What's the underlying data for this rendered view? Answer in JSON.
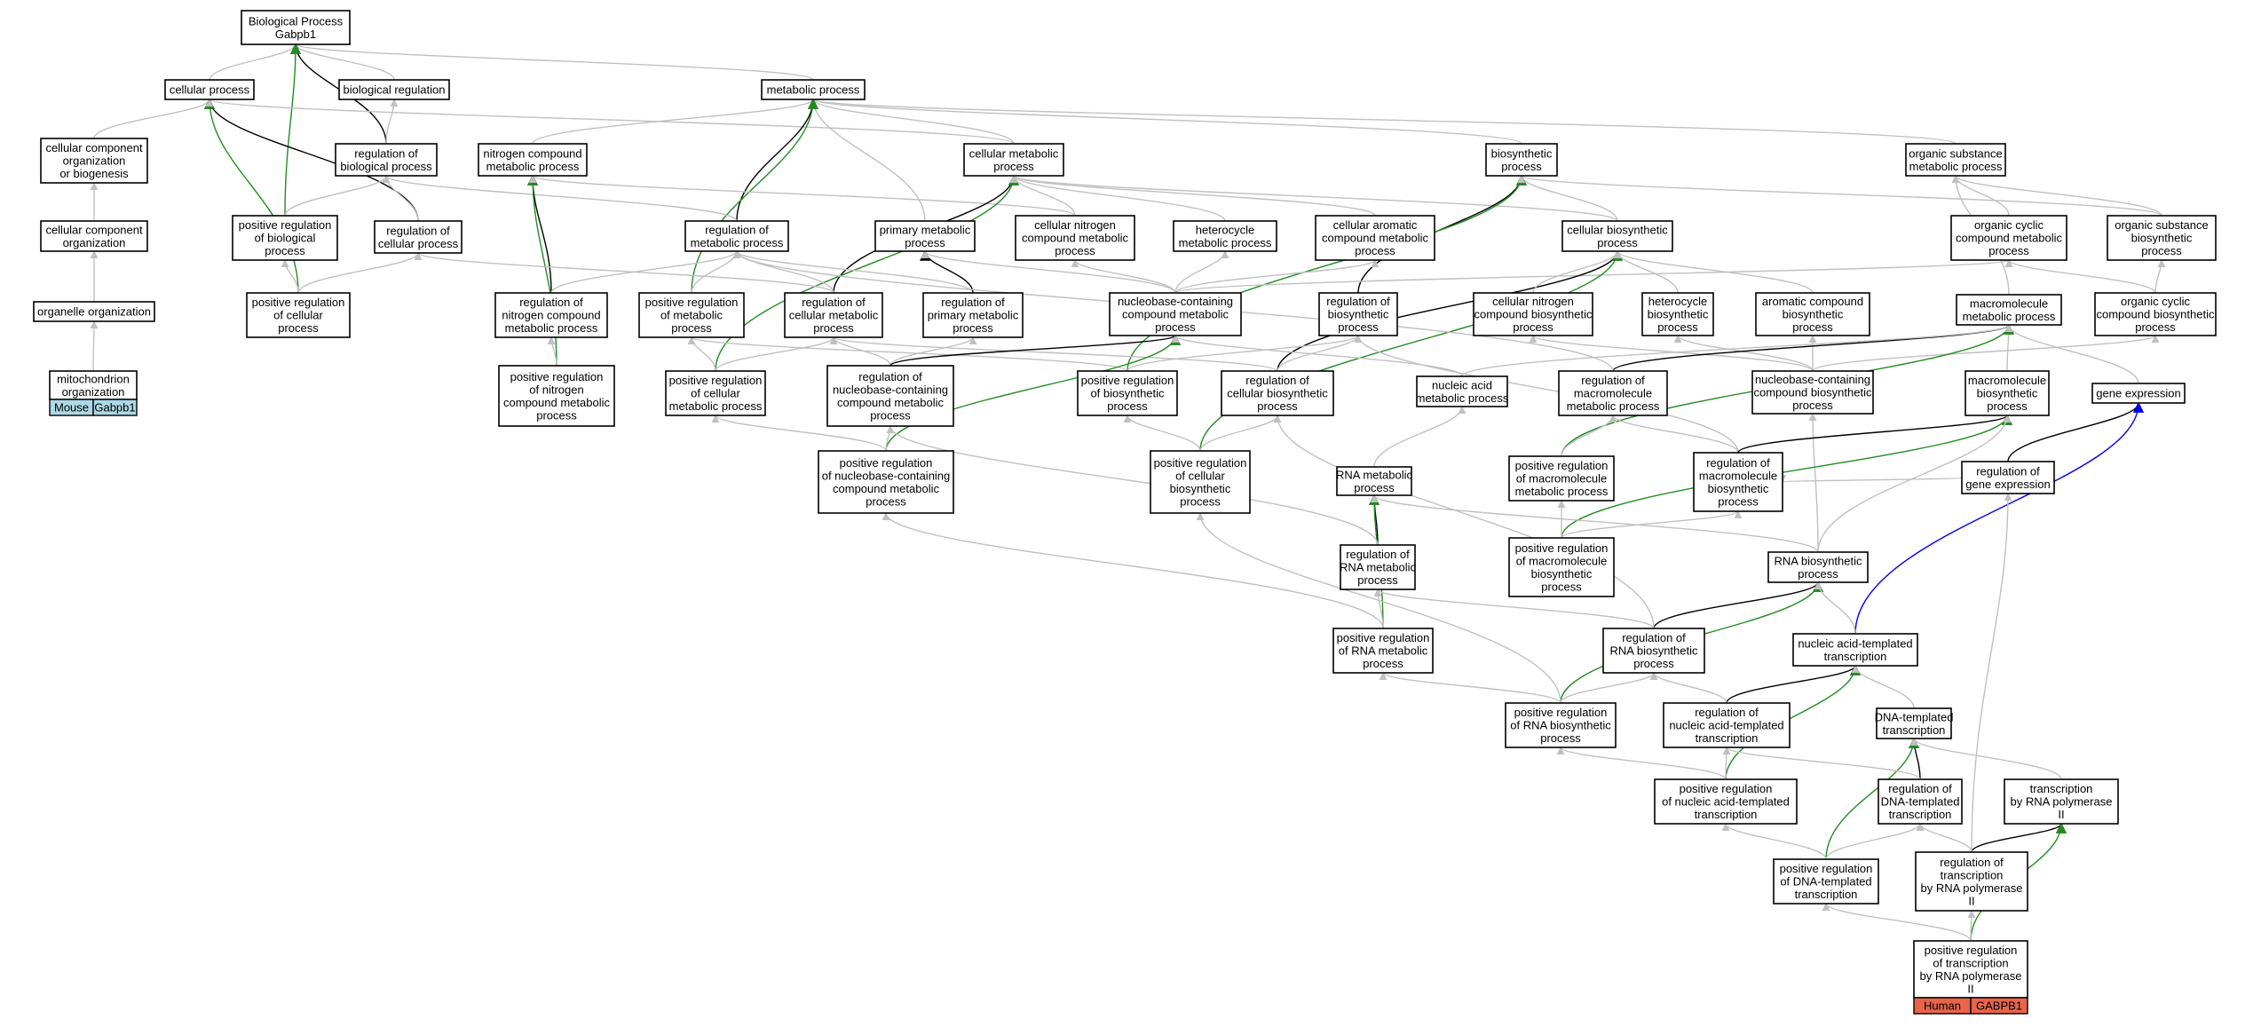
{
  "colors": {
    "is_a": "#c0c0c0",
    "regulates": "#000000",
    "positively_regulates": "#228b22",
    "part_of": "#0000ff",
    "mouse_tag": "#add8e6",
    "human_tag": "#e8644b"
  },
  "nodes": [
    {
      "id": "bp",
      "lines": [
        "Biological Process",
        "Gabpb1"
      ]
    },
    {
      "id": "cp",
      "lines": [
        "cellular process"
      ]
    },
    {
      "id": "br",
      "lines": [
        "biological regulation"
      ]
    },
    {
      "id": "mp",
      "lines": [
        "metabolic process"
      ]
    },
    {
      "id": "ccob",
      "lines": [
        "cellular component",
        "organization",
        "or biogenesis"
      ]
    },
    {
      "id": "rbp",
      "lines": [
        "regulation of",
        "biological process"
      ]
    },
    {
      "id": "ncmp",
      "lines": [
        "nitrogen compound",
        "metabolic process"
      ]
    },
    {
      "id": "cmp",
      "lines": [
        "cellular metabolic",
        "process"
      ]
    },
    {
      "id": "bsp",
      "lines": [
        "biosynthetic",
        "process"
      ]
    },
    {
      "id": "osmp",
      "lines": [
        "organic substance",
        "metabolic process"
      ]
    },
    {
      "id": "cco",
      "lines": [
        "cellular component",
        "organization"
      ]
    },
    {
      "id": "prbp",
      "lines": [
        "positive regulation",
        "of biological",
        "process"
      ]
    },
    {
      "id": "rcp",
      "lines": [
        "regulation of",
        "cellular process"
      ]
    },
    {
      "id": "rmp",
      "lines": [
        "regulation of",
        "metabolic process"
      ]
    },
    {
      "id": "pmp",
      "lines": [
        "primary metabolic",
        "process"
      ]
    },
    {
      "id": "cncmp",
      "lines": [
        "cellular nitrogen",
        "compound metabolic",
        "process"
      ]
    },
    {
      "id": "hmp",
      "lines": [
        "heterocycle",
        "metabolic process"
      ]
    },
    {
      "id": "cacmp",
      "lines": [
        "cellular aromatic",
        "compound metabolic",
        "process"
      ]
    },
    {
      "id": "cbp",
      "lines": [
        "cellular biosynthetic",
        "process"
      ]
    },
    {
      "id": "occmp",
      "lines": [
        "organic cyclic",
        "compound metabolic",
        "process"
      ]
    },
    {
      "id": "osbp",
      "lines": [
        "organic substance",
        "biosynthetic",
        "process"
      ]
    },
    {
      "id": "oo",
      "lines": [
        "organelle organization"
      ]
    },
    {
      "id": "prcp",
      "lines": [
        "positive regulation",
        "of cellular",
        "process"
      ]
    },
    {
      "id": "rncmp",
      "lines": [
        "regulation of",
        "nitrogen compound",
        "metabolic process"
      ]
    },
    {
      "id": "prmp",
      "lines": [
        "positive regulation",
        "of metabolic",
        "process"
      ]
    },
    {
      "id": "rcmp",
      "lines": [
        "regulation of",
        "cellular metabolic",
        "process"
      ]
    },
    {
      "id": "rpmp",
      "lines": [
        "regulation of",
        "primary metabolic",
        "process"
      ]
    },
    {
      "id": "nbcmp",
      "lines": [
        "nucleobase-containing",
        "compound metabolic",
        "process"
      ]
    },
    {
      "id": "rbsp",
      "lines": [
        "regulation of",
        "biosynthetic",
        "process"
      ]
    },
    {
      "id": "cncbp",
      "lines": [
        "cellular nitrogen",
        "compound biosynthetic",
        "process"
      ]
    },
    {
      "id": "hbp",
      "lines": [
        "heterocycle",
        "biosynthetic",
        "process"
      ]
    },
    {
      "id": "acbp",
      "lines": [
        "aromatic compound",
        "biosynthetic",
        "process"
      ]
    },
    {
      "id": "mmp",
      "lines": [
        "macromolecule",
        "metabolic process"
      ]
    },
    {
      "id": "occbp",
      "lines": [
        "organic cyclic",
        "compound biosynthetic",
        "process"
      ]
    },
    {
      "id": "mo",
      "lines": [
        "mitochondrion",
        "organization"
      ]
    },
    {
      "id": "prncmp",
      "lines": [
        "positive regulation",
        "of nitrogen",
        "compound metabolic",
        "process"
      ]
    },
    {
      "id": "prcmp",
      "lines": [
        "positive regulation",
        "of cellular",
        "metabolic process"
      ]
    },
    {
      "id": "rnbcmp",
      "lines": [
        "regulation of",
        "nucleobase-containing",
        "compound metabolic",
        "process"
      ]
    },
    {
      "id": "prbsp",
      "lines": [
        "positive regulation",
        "of biosynthetic",
        "process"
      ]
    },
    {
      "id": "rcbp",
      "lines": [
        "regulation of",
        "cellular biosynthetic",
        "process"
      ]
    },
    {
      "id": "namp",
      "lines": [
        "nucleic acid",
        "metabolic process"
      ]
    },
    {
      "id": "rmmp",
      "lines": [
        "regulation of",
        "macromolecule",
        "metabolic process"
      ]
    },
    {
      "id": "nbcbp",
      "lines": [
        "nucleobase-containing",
        "compound biosynthetic",
        "process"
      ]
    },
    {
      "id": "mbp",
      "lines": [
        "macromolecule",
        "biosynthetic",
        "process"
      ]
    },
    {
      "id": "ge",
      "lines": [
        "gene expression"
      ]
    },
    {
      "id": "prnbcmp",
      "lines": [
        "positive regulation",
        "of nucleobase-containing",
        "compound metabolic",
        "process"
      ]
    },
    {
      "id": "prcbp",
      "lines": [
        "positive regulation",
        "of cellular",
        "biosynthetic",
        "process"
      ]
    },
    {
      "id": "rnamp",
      "lines": [
        "RNA metabolic",
        "process"
      ]
    },
    {
      "id": "prmmp",
      "lines": [
        "positive regulation",
        "of macromolecule",
        "metabolic process"
      ]
    },
    {
      "id": "rmbp",
      "lines": [
        "regulation of",
        "macromolecule",
        "biosynthetic",
        "process"
      ]
    },
    {
      "id": "rge",
      "lines": [
        "regulation of",
        "gene expression"
      ]
    },
    {
      "id": "rrnamp",
      "lines": [
        "regulation of",
        "RNA metabolic",
        "process"
      ]
    },
    {
      "id": "prmbp",
      "lines": [
        "positive regulation",
        "of macromolecule",
        "biosynthetic",
        "process"
      ]
    },
    {
      "id": "rnabp",
      "lines": [
        "RNA biosynthetic",
        "process"
      ]
    },
    {
      "id": "prrnamp",
      "lines": [
        "positive regulation",
        "of RNA metabolic",
        "process"
      ]
    },
    {
      "id": "rrnabp",
      "lines": [
        "regulation of",
        "RNA biosynthetic",
        "process"
      ]
    },
    {
      "id": "natt",
      "lines": [
        "nucleic acid-templated",
        "transcription"
      ]
    },
    {
      "id": "prrnabp",
      "lines": [
        "positive regulation",
        "of RNA biosynthetic",
        "process"
      ]
    },
    {
      "id": "rnatt",
      "lines": [
        "regulation of",
        "nucleic acid-templated",
        "transcription"
      ]
    },
    {
      "id": "dtt",
      "lines": [
        "DNA-templated",
        "transcription"
      ]
    },
    {
      "id": "prnatt",
      "lines": [
        "positive regulation",
        "of nucleic acid-templated",
        "transcription"
      ]
    },
    {
      "id": "rdtt",
      "lines": [
        "regulation of",
        "DNA-templated",
        "transcription"
      ]
    },
    {
      "id": "trp2",
      "lines": [
        "transcription",
        "by RNA polymerase",
        "II"
      ]
    },
    {
      "id": "prdtt",
      "lines": [
        "positive regulation",
        "of DNA-templated",
        "transcription"
      ]
    },
    {
      "id": "rtrp2",
      "lines": [
        "regulation of",
        "transcription",
        "by RNA polymerase",
        "II"
      ]
    },
    {
      "id": "prtrp2",
      "lines": [
        "positive regulation",
        "of transcription",
        "by RNA polymerase",
        "II"
      ]
    }
  ],
  "tags": [
    {
      "node": "mo",
      "cells": [
        "Mouse",
        "Gabpb1"
      ],
      "color": "mouse_tag"
    },
    {
      "node": "prtrp2",
      "cells": [
        "Human",
        "GABPB1"
      ],
      "color": "human_tag"
    }
  ],
  "edges": [
    [
      "cp",
      "bp",
      "is_a"
    ],
    [
      "br",
      "bp",
      "is_a"
    ],
    [
      "mp",
      "bp",
      "is_a"
    ],
    [
      "rbp",
      "bp",
      "regulates"
    ],
    [
      "prbp",
      "bp",
      "positively_regulates"
    ],
    [
      "ccob",
      "cp",
      "is_a"
    ],
    [
      "rcp",
      "cp",
      "regulates"
    ],
    [
      "prcp",
      "cp",
      "positively_regulates"
    ],
    [
      "cmp",
      "cp",
      "is_a"
    ],
    [
      "rbp",
      "br",
      "is_a"
    ],
    [
      "ncmp",
      "mp",
      "is_a"
    ],
    [
      "cmp",
      "mp",
      "is_a"
    ],
    [
      "bsp",
      "mp",
      "is_a"
    ],
    [
      "osmp",
      "mp",
      "is_a"
    ],
    [
      "pmp",
      "mp",
      "is_a"
    ],
    [
      "rmp",
      "mp",
      "regulates"
    ],
    [
      "prmp",
      "mp",
      "positively_regulates"
    ],
    [
      "cco",
      "ccob",
      "is_a"
    ],
    [
      "oo",
      "cco",
      "is_a"
    ],
    [
      "mo",
      "oo",
      "is_a"
    ],
    [
      "prbp",
      "rbp",
      "is_a"
    ],
    [
      "rcp",
      "rbp",
      "is_a"
    ],
    [
      "rmp",
      "rbp",
      "is_a"
    ],
    [
      "rncmp",
      "ncmp",
      "regulates"
    ],
    [
      "prncmp",
      "ncmp",
      "positively_regulates"
    ],
    [
      "cncmp",
      "ncmp",
      "is_a"
    ],
    [
      "rcmp",
      "cmp",
      "regulates"
    ],
    [
      "prcmp",
      "cmp",
      "positively_regulates"
    ],
    [
      "cncmp",
      "cmp",
      "is_a"
    ],
    [
      "hmp",
      "cmp",
      "is_a"
    ],
    [
      "cacmp",
      "cmp",
      "is_a"
    ],
    [
      "cbp",
      "cmp",
      "is_a"
    ],
    [
      "cbp",
      "bsp",
      "is_a"
    ],
    [
      "rbsp",
      "bsp",
      "regulates"
    ],
    [
      "prbsp",
      "bsp",
      "positively_regulates"
    ],
    [
      "osbp",
      "bsp",
      "is_a"
    ],
    [
      "occmp",
      "osmp",
      "is_a"
    ],
    [
      "osbp",
      "osmp",
      "is_a"
    ],
    [
      "mmp",
      "osmp",
      "is_a"
    ],
    [
      "prcp",
      "prbp",
      "is_a"
    ],
    [
      "prcp",
      "rcp",
      "is_a"
    ],
    [
      "rcmp",
      "rcp",
      "is_a"
    ],
    [
      "rncmp",
      "rmp",
      "is_a"
    ],
    [
      "prmp",
      "rmp",
      "is_a"
    ],
    [
      "rcmp",
      "rmp",
      "is_a"
    ],
    [
      "rpmp",
      "rmp",
      "is_a"
    ],
    [
      "rpmp",
      "pmp",
      "regulates"
    ],
    [
      "nbcmp",
      "pmp",
      "is_a"
    ],
    [
      "nbcmp",
      "cncmp",
      "is_a"
    ],
    [
      "nbcmp",
      "hmp",
      "is_a"
    ],
    [
      "nbcmp",
      "cacmp",
      "is_a"
    ],
    [
      "nbcmp",
      "occmp",
      "is_a"
    ],
    [
      "rcbp",
      "cbp",
      "regulates"
    ],
    [
      "prcbp",
      "cbp",
      "positively_regulates"
    ],
    [
      "cncbp",
      "cbp",
      "is_a"
    ],
    [
      "hbp",
      "cbp",
      "is_a"
    ],
    [
      "acbp",
      "cbp",
      "is_a"
    ],
    [
      "occbp",
      "occmp",
      "is_a"
    ],
    [
      "occbp",
      "osbp",
      "is_a"
    ],
    [
      "mbp",
      "mmp",
      "is_a"
    ],
    [
      "prncmp",
      "rncmp",
      "is_a"
    ],
    [
      "prcmp",
      "prmp",
      "is_a"
    ],
    [
      "prbsp",
      "prmp",
      "is_a"
    ],
    [
      "prcmp",
      "rcmp",
      "is_a"
    ],
    [
      "rnbcmp",
      "rcmp",
      "is_a"
    ],
    [
      "rcbp",
      "rcmp",
      "is_a"
    ],
    [
      "rnbcmp",
      "rpmp",
      "is_a"
    ],
    [
      "rnbcmp",
      "nbcmp",
      "regulates"
    ],
    [
      "prnbcmp",
      "nbcmp",
      "positively_regulates"
    ],
    [
      "namp",
      "nbcmp",
      "is_a"
    ],
    [
      "prbsp",
      "rbsp",
      "is_a"
    ],
    [
      "rcbp",
      "rbsp",
      "is_a"
    ],
    [
      "rmbp",
      "rbsp",
      "is_a"
    ],
    [
      "nbcbp",
      "cncbp",
      "is_a"
    ],
    [
      "nbcbp",
      "hbp",
      "is_a"
    ],
    [
      "nbcbp",
      "acbp",
      "is_a"
    ],
    [
      "nbcbp",
      "occbp",
      "is_a"
    ],
    [
      "rmmp",
      "mmp",
      "regulates"
    ],
    [
      "prmmp",
      "mmp",
      "positively_regulates"
    ],
    [
      "namp",
      "mmp",
      "is_a"
    ],
    [
      "ge",
      "mmp",
      "is_a"
    ],
    [
      "prnbcmp",
      "prcmp",
      "is_a"
    ],
    [
      "prnbcmp",
      "rnbcmp",
      "is_a"
    ],
    [
      "prcbp",
      "prbsp",
      "is_a"
    ],
    [
      "prcbp",
      "rcbp",
      "is_a"
    ],
    [
      "rnamp",
      "namp",
      "is_a"
    ],
    [
      "rmmp",
      "rmp",
      "is_a"
    ],
    [
      "prmmp",
      "rmmp",
      "is_a"
    ],
    [
      "rmbp",
      "rmmp",
      "is_a"
    ],
    [
      "rnabp",
      "nbcbp",
      "is_a"
    ],
    [
      "rmbp",
      "mbp",
      "regulates"
    ],
    [
      "prmbp",
      "mbp",
      "positively_regulates"
    ],
    [
      "rnabp",
      "mbp",
      "is_a"
    ],
    [
      "rge",
      "ge",
      "regulates"
    ],
    [
      "natt",
      "ge",
      "part_of"
    ],
    [
      "rrnamp",
      "rnamp",
      "regulates"
    ],
    [
      "prrnamp",
      "rnamp",
      "positively_regulates"
    ],
    [
      "prmbp",
      "prmmp",
      "is_a"
    ],
    [
      "prmbp",
      "rmbp",
      "is_a"
    ],
    [
      "rnabp",
      "rnamp",
      "is_a"
    ],
    [
      "rrnamp",
      "rnbcmp",
      "is_a"
    ],
    [
      "prrnamp",
      "rrnamp",
      "is_a"
    ],
    [
      "prrnamp",
      "prnbcmp",
      "is_a"
    ],
    [
      "rrnabp",
      "rnabp",
      "regulates"
    ],
    [
      "prrnabp",
      "rnabp",
      "positively_regulates"
    ],
    [
      "natt",
      "rnabp",
      "is_a"
    ],
    [
      "rrnabp",
      "rrnamp",
      "is_a"
    ],
    [
      "rrnabp",
      "rcbp",
      "is_a"
    ],
    [
      "prrnabp",
      "prrnamp",
      "is_a"
    ],
    [
      "prrnabp",
      "rrnabp",
      "is_a"
    ],
    [
      "prrnabp",
      "prcbp",
      "is_a"
    ],
    [
      "rnatt",
      "natt",
      "regulates"
    ],
    [
      "prnatt",
      "natt",
      "positively_regulates"
    ],
    [
      "dtt",
      "natt",
      "is_a"
    ],
    [
      "rnatt",
      "rrnabp",
      "is_a"
    ],
    [
      "prnatt",
      "prrnabp",
      "is_a"
    ],
    [
      "prnatt",
      "rnatt",
      "is_a"
    ],
    [
      "rdtt",
      "dtt",
      "regulates"
    ],
    [
      "prdtt",
      "dtt",
      "positively_regulates"
    ],
    [
      "trp2",
      "dtt",
      "is_a"
    ],
    [
      "rdtt",
      "rnatt",
      "is_a"
    ],
    [
      "prdtt",
      "prnatt",
      "is_a"
    ],
    [
      "prdtt",
      "rdtt",
      "is_a"
    ],
    [
      "rtrp2",
      "trp2",
      "regulates"
    ],
    [
      "prtrp2",
      "trp2",
      "positively_regulates"
    ],
    [
      "rtrp2",
      "rdtt",
      "is_a"
    ],
    [
      "rge",
      "rmbp",
      "is_a"
    ],
    [
      "rtrp2",
      "rge",
      "is_a"
    ],
    [
      "prtrp2",
      "prdtt",
      "is_a"
    ],
    [
      "prtrp2",
      "rtrp2",
      "is_a"
    ]
  ]
}
